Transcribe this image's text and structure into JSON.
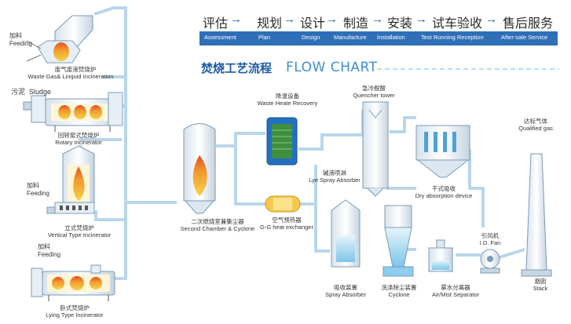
{
  "process_steps": [
    {
      "cn": "评估",
      "en": "Assessment"
    },
    {
      "cn": "规划",
      "en": "Plan"
    },
    {
      "cn": "设计",
      "en": "Design"
    },
    {
      "cn": "制造",
      "en": "Manufacture"
    },
    {
      "cn": "安装",
      "en": "Installation"
    },
    {
      "cn": "试车验收",
      "en": "Test Running Reception"
    },
    {
      "cn": "售后服务",
      "en": "After-sale Service"
    }
  ],
  "arrow": "→",
  "flow_title": {
    "cn": "焚烧工艺流程",
    "en": "FLOW CHART"
  },
  "equipment": {
    "feeding_top": {
      "cn": "加料",
      "en": "Feeding"
    },
    "waste_gas": {
      "cn": "废气废液焚烧炉",
      "en": "Waste Gas& Linquid Incineration"
    },
    "sludge": {
      "cn": "污泥",
      "en": "Sludge"
    },
    "rotary": {
      "cn": "回转窑式焚烧炉",
      "en": "Rotary Incinerator"
    },
    "feeding_vertical": {
      "cn": "加料",
      "en": "Feeding"
    },
    "vertical": {
      "cn": "立式焚烧炉",
      "en": "Vertical Type Incinerator"
    },
    "feeding_lying": {
      "cn": "加料",
      "en": "Feeding"
    },
    "lying": {
      "cn": "卧式焚烧炉",
      "en": "Lying Type Incinerator"
    },
    "second_chamber": {
      "cn": "二次燃烧室兼集尘器",
      "en": "Second Chamber & Cyclone"
    },
    "waste_heat": {
      "cn": "降温设备",
      "en": "Waste Heate Recovery"
    },
    "gg_heat": {
      "cn": "空气预热器",
      "en": "G-G heat exchanger"
    },
    "quencher": {
      "cn": "急冷脱酸",
      "en": "Quencher tower"
    },
    "lye_spray": {
      "cn": "碱液喷淋",
      "en": "Lye Spray Absorber"
    },
    "dry_absorption": {
      "cn": "干式吸收",
      "en": "Dry absorption device"
    },
    "spray_absorber": {
      "cn": "吸收装置",
      "en": "Spray Absorber"
    },
    "cyclone": {
      "cn": "洗涤除尘装置",
      "en": "Cyclone"
    },
    "air_mist": {
      "cn": "雾水分离器",
      "en": "Air/Mist Separator"
    },
    "id_fan": {
      "cn": "引风机",
      "en": "I.D. Fan"
    },
    "qualified_gas": {
      "cn": "达标气体",
      "en": "Qualified gas"
    },
    "stack": {
      "cn": "烟囱",
      "en": "Stack"
    }
  }
}
